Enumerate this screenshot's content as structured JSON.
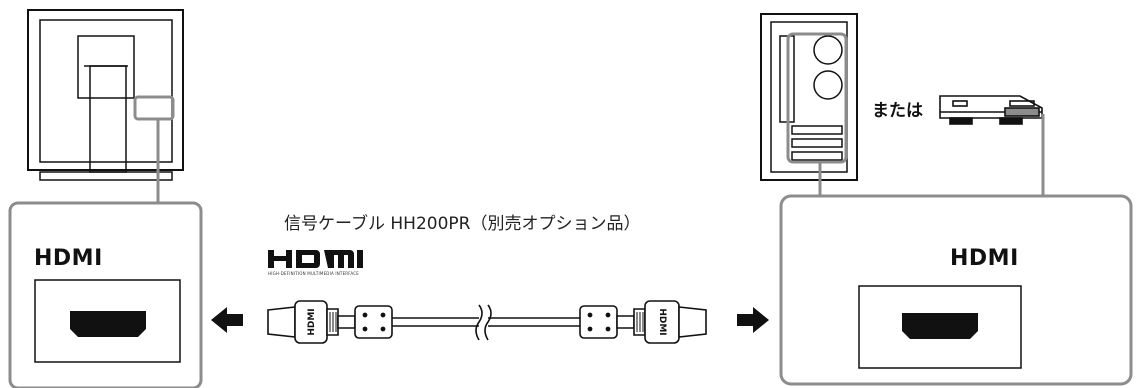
{
  "left_panel": {
    "port_label": "HDMI"
  },
  "right_panel": {
    "port_label": "HDMI"
  },
  "cable": {
    "label": "信号ケーブル HH200PR（別売オプション品）",
    "logo_subtext": "HIGH-DEFINITION MULTIMEDIA INTERFACE"
  },
  "devices": {
    "or_text": "または"
  },
  "colors": {
    "frame": "#8c8c8c",
    "stroke": "#111111",
    "connector_fill": "#e6e6e6"
  }
}
